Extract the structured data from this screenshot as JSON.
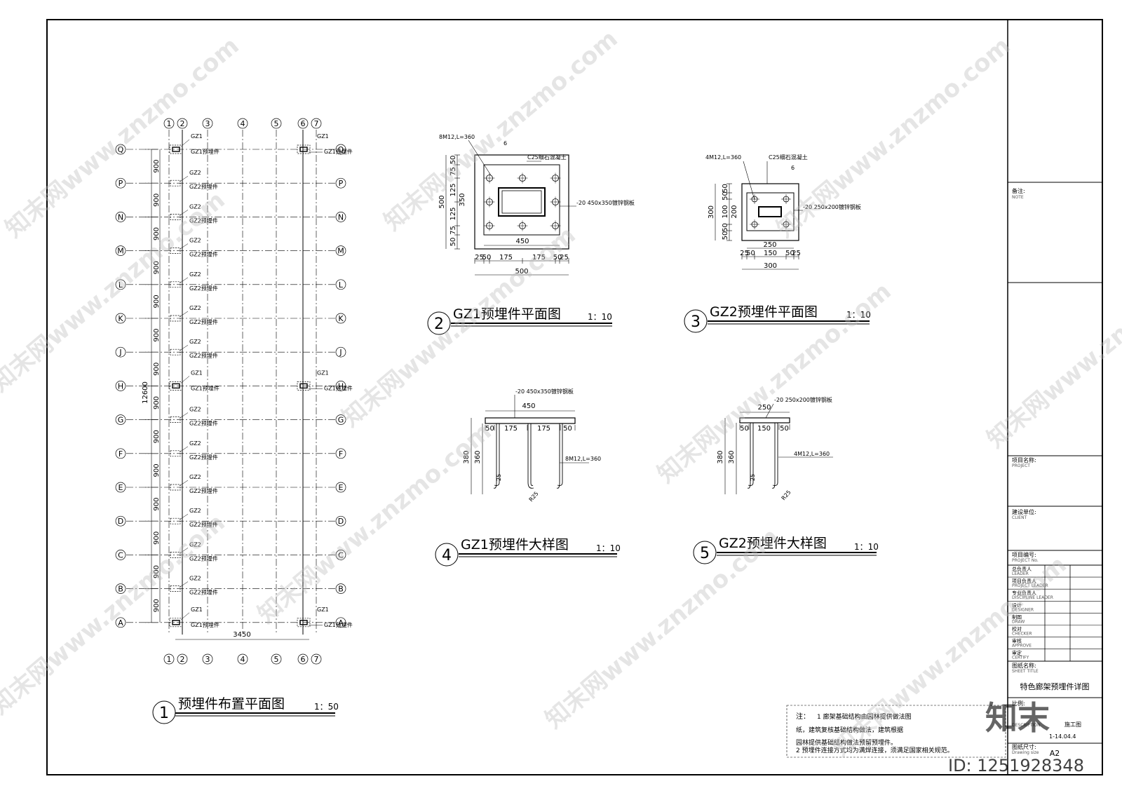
{
  "plan": {
    "cols": [
      "1",
      "2",
      "3",
      "4",
      "5",
      "6",
      "7"
    ],
    "rows": [
      "Q",
      "P",
      "N",
      "M",
      "L",
      "K",
      "J",
      "H",
      "G",
      "F",
      "E",
      "D",
      "C",
      "B",
      "A"
    ],
    "dim_900": "900",
    "dim_total": "12600",
    "dim_width": "3450",
    "gz1": "GZ1",
    "gz2": "GZ2",
    "gz1_embed": "GZ1预埋件",
    "gz2_embed": "GZ2预埋件",
    "title": "预埋件布置平面图",
    "scale": "1：50",
    "num": "1"
  },
  "v2": {
    "title": "GZ1预埋件平面图",
    "scale": "1：10",
    "num": "2",
    "bolt": "8M12,L=360",
    "concrete": "C25细石混凝土",
    "plate": "-20 450x350镀锌钢板",
    "d6": "6",
    "dh": [
      "25",
      "50",
      "175",
      "175",
      "50",
      "25"
    ],
    "dw_inner": "450",
    "dw_outer": "500",
    "dv": [
      "50",
      "75",
      "125",
      "125",
      "75",
      "50"
    ],
    "dv_inner": "350",
    "dv_outer": "500"
  },
  "v3": {
    "title": "GZ2预埋件平面图",
    "scale": "1：10",
    "num": "3",
    "bolt": "4M12,L=360",
    "concrete": "C25细石混凝土",
    "plate": "-20 250x200镀锌钢板",
    "d6": "6",
    "dh": [
      "25",
      "50",
      "150",
      "50",
      "25"
    ],
    "dw_inner": "250",
    "dw_outer": "300",
    "dv": [
      "50",
      "50",
      "100",
      "50",
      "50"
    ],
    "dv_inner": "200",
    "dv_outer": "300"
  },
  "v4": {
    "title": "GZ1预埋件大样图",
    "scale": "1：10",
    "num": "4",
    "plate": "-20 450x350镀锌钢板",
    "w": "450",
    "dh": [
      "50",
      "175",
      "175",
      "50"
    ],
    "h1": "380",
    "h2": "360",
    "bolt": "8M12,L=360",
    "r": "R25",
    "d": "25"
  },
  "v5": {
    "title": "GZ2预埋件大样图",
    "scale": "1：10",
    "num": "5",
    "plate": "-20 250x200镀锌钢板",
    "w": "250",
    "dh": [
      "50",
      "150",
      "50"
    ],
    "h1": "380",
    "h2": "360",
    "bolt": "4M12,L=360",
    "r": "R25",
    "d": "25"
  },
  "notes": {
    "label": "注：",
    "lines": [
      "1   廊架基础结构由园林提供做法图",
      "纸，建筑复核基础结构做法，建筑根据",
      "园林提供基础结构做法预留预埋件。",
      "2  预埋件连接方式均为满焊连接，须满足国家相关规范。"
    ]
  },
  "titleblock": {
    "note": "备注:",
    "note_en": "NOTE",
    "project": "项目名称:",
    "project_en": "PROJECT",
    "client": "建设单位:",
    "client_en": "CLIENT",
    "projno": "项目编号:",
    "projno_en": "PROJECT No.",
    "roles": [
      {
        "cn": "总负责人",
        "en": "LEADER"
      },
      {
        "cn": "项目负责人",
        "en": "PROJECT LEADER"
      },
      {
        "cn": "专业负责人",
        "en": "DISCIPLINE LEADER"
      },
      {
        "cn": "设计",
        "en": "DESIGNER"
      },
      {
        "cn": "制图",
        "en": "DRAW"
      },
      {
        "cn": "校对",
        "en": "CHECKER"
      },
      {
        "cn": "审核",
        "en": "APPROVE"
      },
      {
        "cn": "审定",
        "en": "CERTIFY"
      }
    ],
    "sheet": "图纸名称:",
    "sheet_en": "SHEET TITLE",
    "sheet_title": "特色廊架预埋件详图",
    "ratio": "比例:",
    "desc": "DESCRIPTION",
    "stage": "施工图",
    "date": "1-14.04.4",
    "size_label": "图纸尺寸:",
    "size_en": "Drawing size",
    "size": "A2"
  },
  "watermark": {
    "text": "知末网www.znzmo.com",
    "logo": "知末",
    "id": "ID: 1251928348"
  }
}
